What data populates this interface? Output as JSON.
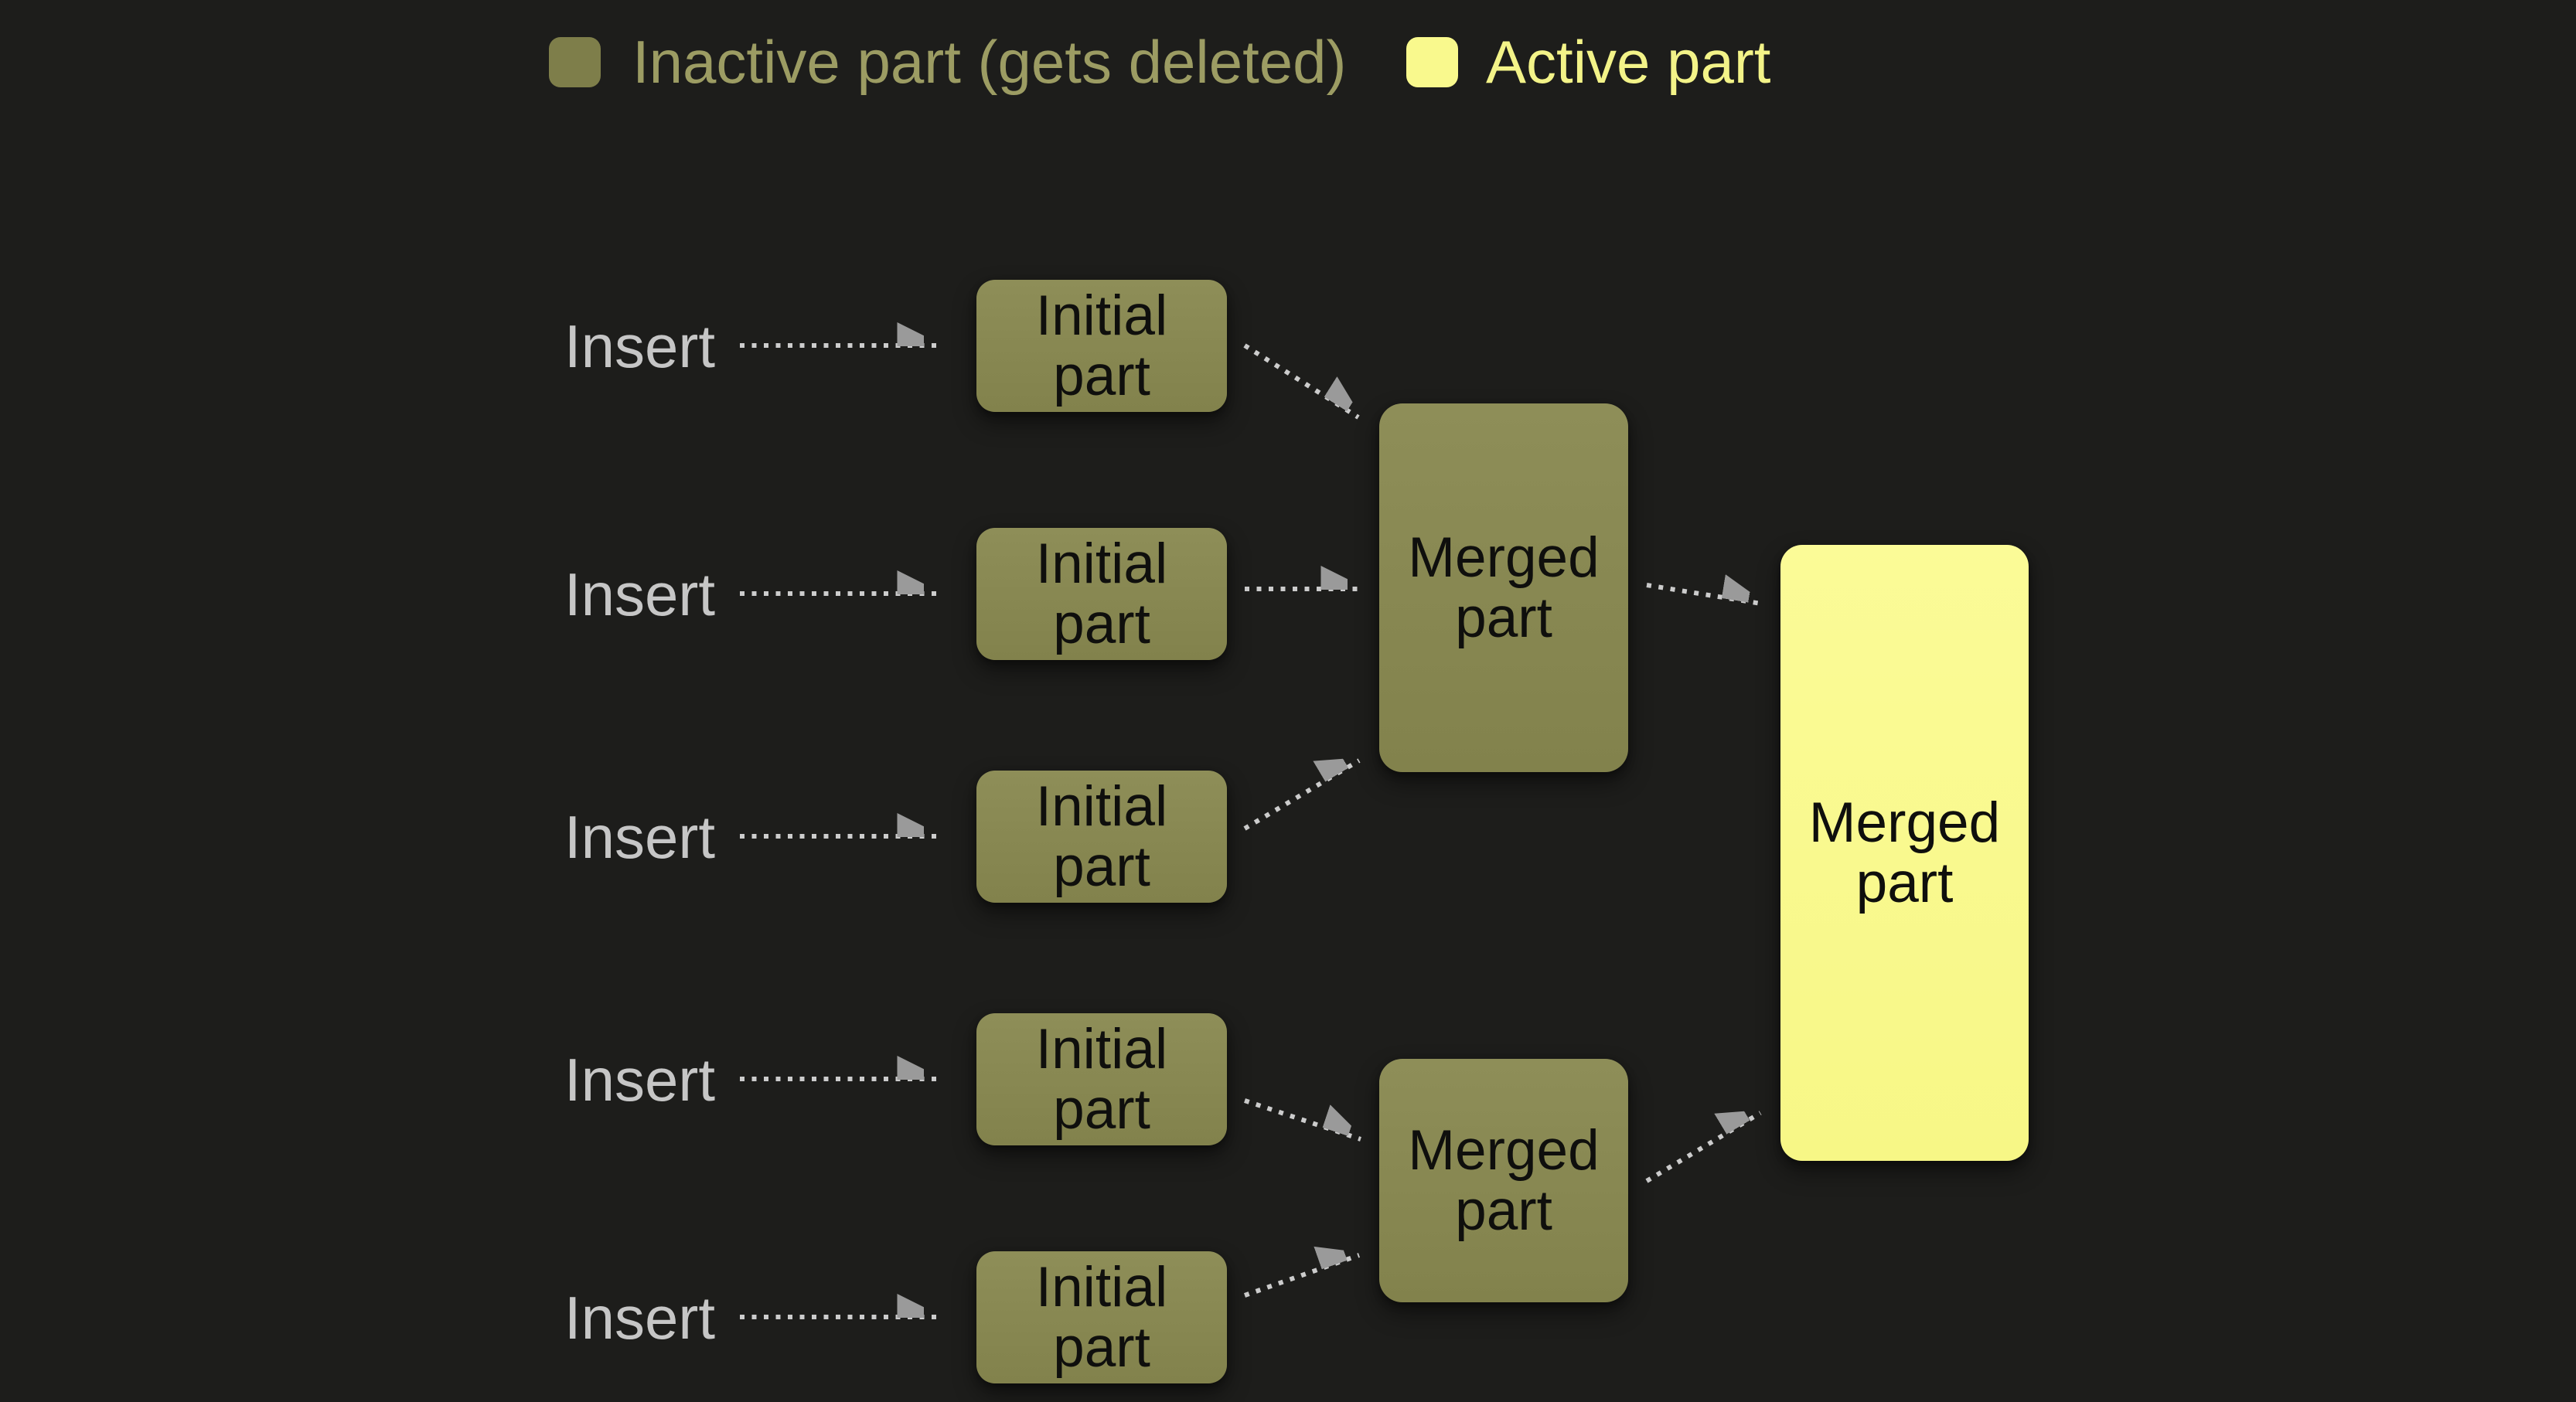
{
  "diagram": {
    "legend": {
      "inactive": {
        "label": "Inactive part (gets deleted)",
        "swatch_color": "#7e7e4a",
        "text_color": "#9c9c63"
      },
      "active": {
        "label": "Active part",
        "swatch_color": "#f9f98d",
        "text_color": "#f3f388"
      }
    },
    "rows": [
      {
        "insert_label": "Insert",
        "part_label": "Initial part"
      },
      {
        "insert_label": "Insert",
        "part_label": "Initial part"
      },
      {
        "insert_label": "Insert",
        "part_label": "Initial part"
      },
      {
        "insert_label": "Insert",
        "part_label": "Initial part"
      },
      {
        "insert_label": "Insert",
        "part_label": "Initial part"
      }
    ],
    "merged": [
      {
        "label": "Merged part",
        "state": "inactive"
      },
      {
        "label": "Merged part",
        "state": "inactive"
      },
      {
        "label": "Merged part",
        "state": "active"
      }
    ],
    "colors": {
      "background": "#1d1d1b",
      "inactive_box": "#8a8a52",
      "active_box": "#f9f98d",
      "box_text": "#0f0f0d",
      "insert_text": "#c6c6c6",
      "arrow_dots": "#cccccc",
      "arrow_head": "#9a9a9a"
    }
  }
}
